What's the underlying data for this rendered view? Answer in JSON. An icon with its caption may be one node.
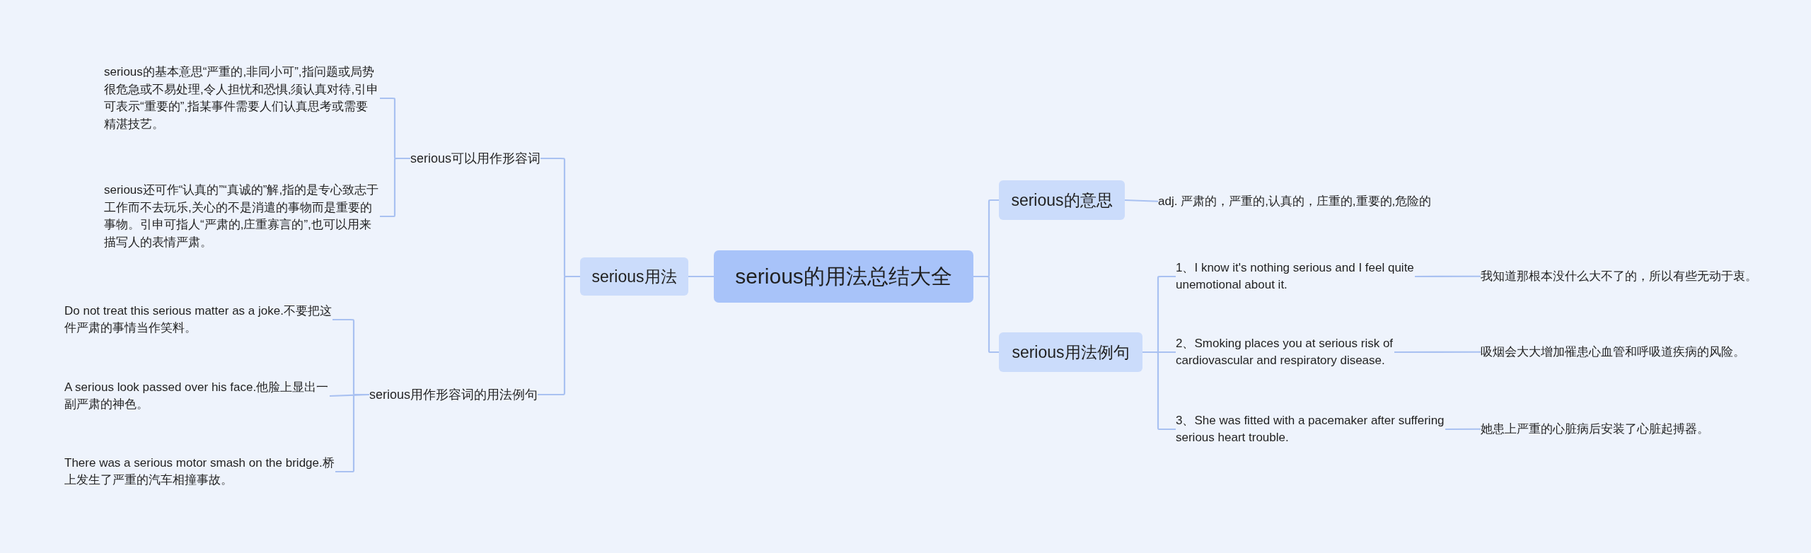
{
  "diagram": {
    "nodes": [
      {
        "text": [
          "serious的用法总结大全"
        ]
      },
      {
        "text": [
          "serious用法"
        ]
      },
      {
        "text": [
          "serious可以用作形容词"
        ]
      },
      {
        "text": [
          "serious的基本意思“严重的,非同小可”,指问题或局势很危急或不易处理,令人担忧和恐惧,须认真对待,引申可表示“重要的”,指某事件需要人们认真思考或需要精湛技艺。"
        ]
      },
      {
        "text": [
          "serious还可作“认真的”“真诚的”解,指的是专心致志于工作而不去玩乐,关心的不是消遣的事物而是重要的事物。引申可指人“严肃的,庄重寡言的”,也可以用来描写人的表情严肃。"
        ]
      },
      {
        "text": [
          "serious用作形容词的用法例句"
        ]
      },
      {
        "text": [
          "Do not treat this serious matter as a joke.不要把这件严肃的事情当作笑料。"
        ]
      },
      {
        "text": [
          "A serious look passed over his face.他脸上显出一副严肃的神色。"
        ]
      },
      {
        "text": [
          "There was a serious motor smash on the bridge.桥上发生了严重的汽车相撞事故。"
        ]
      },
      {
        "text": [
          "serious的意思"
        ]
      },
      {
        "text": [
          "adj. 严肃的，严重的,认真的，庄重的,重要的,危险的"
        ]
      },
      {
        "text": [
          "serious用法例句"
        ]
      },
      {
        "text": [
          "1、I know it's nothing serious and I feel quite unemotional about it."
        ]
      },
      {
        "text": [
          "我知道那根本没什么大不了的，所以有些无动于衷。"
        ]
      },
      {
        "text": [
          "2、Smoking places you at serious risk of cardiovascular and respiratory disease."
        ]
      },
      {
        "text": [
          "吸烟会大大增加罹患心血管和呼吸道疾病的风险。"
        ]
      },
      {
        "text": [
          "3、She was fitted with a pacemaker after suffering serious heart trouble."
        ]
      },
      {
        "text": [
          "她患上严重的心脏病后安装了心脏起搏器。"
        ]
      }
    ],
    "edges": [
      {
        "from": 0,
        "to": 1,
        "arrow": "none"
      },
      {
        "from": 1,
        "to": 2,
        "arrow": "none"
      },
      {
        "from": 2,
        "to": 3,
        "arrow": "none"
      },
      {
        "from": 2,
        "to": 4,
        "arrow": "none"
      },
      {
        "from": 1,
        "to": 5,
        "arrow": "none"
      },
      {
        "from": 5,
        "to": 6,
        "arrow": "none"
      },
      {
        "from": 5,
        "to": 7,
        "arrow": "none"
      },
      {
        "from": 5,
        "to": 8,
        "arrow": "none"
      },
      {
        "from": 0,
        "to": 9,
        "arrow": "none"
      },
      {
        "from": 9,
        "to": 10,
        "arrow": "none"
      },
      {
        "from": 0,
        "to": 11,
        "arrow": "none"
      },
      {
        "from": 11,
        "to": 12,
        "arrow": "none"
      },
      {
        "from": 12,
        "to": 13,
        "arrow": "none"
      },
      {
        "from": 11,
        "to": 14,
        "arrow": "none"
      },
      {
        "from": 14,
        "to": 15,
        "arrow": "none"
      },
      {
        "from": 11,
        "to": 16,
        "arrow": "none"
      },
      {
        "from": 16,
        "to": 17,
        "arrow": "none"
      }
    ]
  }
}
